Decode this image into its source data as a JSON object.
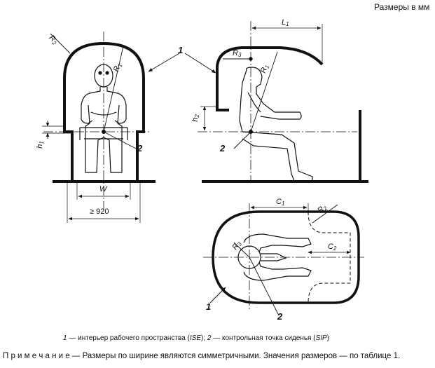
{
  "header": {
    "units_note": "Размеры в мм"
  },
  "labels": {
    "callout_1": "1",
    "callout_2": "2",
    "R1": "R",
    "R1_sub": "1",
    "R2": "R",
    "R2_sub": "2",
    "R3": "R",
    "R3_sub": "3",
    "L1": "L",
    "L1_sub": "1",
    "C1": "C",
    "C1_sub": "1",
    "C2": "C",
    "C2_sub": "2",
    "h1": "h",
    "h1_sub": "1",
    "h2": "h",
    "h2_sub": "2",
    "W": "W",
    "min_width": "≥ 920"
  },
  "caption": {
    "n1": "1",
    "t1": " — интерьер рабочего пространства (",
    "ise": "ISE",
    "t2": "); ",
    "n2": "2",
    "t3": " — контрольная точка сиденья (",
    "sip": "SIP",
    "t4": ")"
  },
  "note": {
    "label": "П р и м е ч а н и е",
    "text": " — Размеры по ширине являются симметричными. Значения размеров — по таблице 1."
  }
}
